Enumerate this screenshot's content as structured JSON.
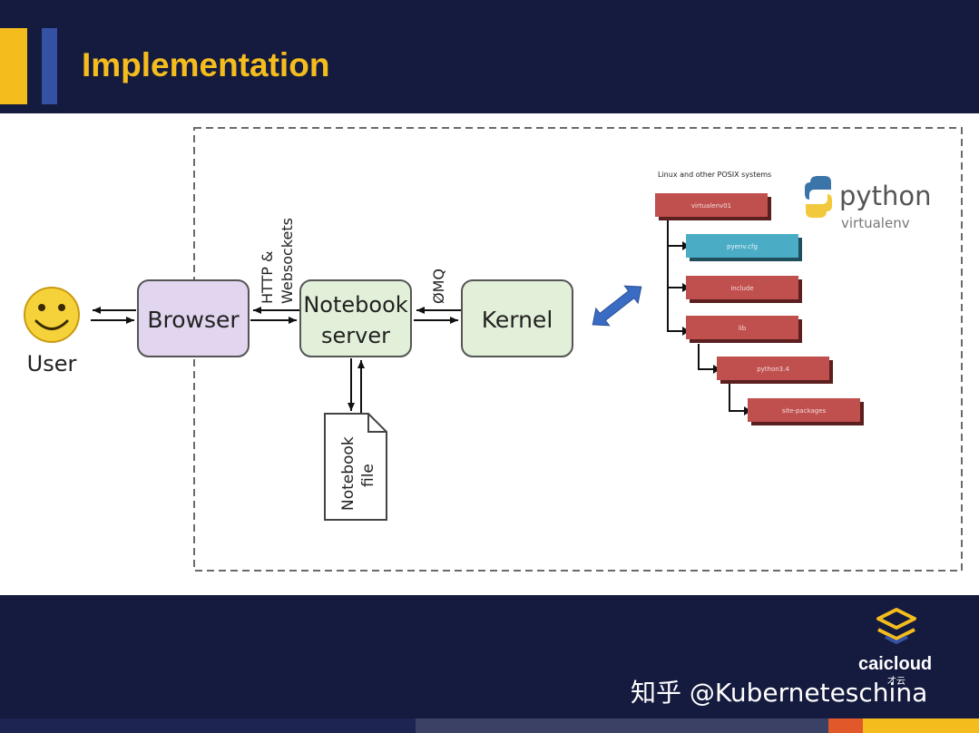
{
  "slide": {
    "title": "Implementation"
  },
  "diagram": {
    "user_label": "User",
    "browser_label": "Browser",
    "http_label_line1": "HTTP &",
    "http_label_line2": "Websockets",
    "notebook_server_line1": "Notebook",
    "notebook_server_line2": "server",
    "zmq_label": "ØMQ",
    "kernel_label": "Kernel",
    "notebook_file_line1": "Notebook",
    "notebook_file_line2": "file"
  },
  "virtualenv": {
    "caption": "Linux and other POSIX systems",
    "python_logo_text": "python",
    "python_logo_sub": "virtualenv",
    "tree": [
      {
        "label": "virtualenv01"
      },
      {
        "label": "pyenv.cfg"
      },
      {
        "label": "include"
      },
      {
        "label": "lib"
      },
      {
        "label": "python3.4"
      },
      {
        "label": "site-packages"
      }
    ]
  },
  "footer": {
    "logo_label": "caicloud",
    "logo_sub": "才云",
    "watermark": "知乎 @Kuberneteschina"
  },
  "colors": {
    "header_bg": "#151a3f",
    "title": "#f4bd1d",
    "browser_fill": "#e1d5ef",
    "server_fill": "#e2f0d9",
    "folder_red": "#c0504d",
    "folder_teal": "#4bacc6",
    "arrow_blue": "#3a6cc4"
  }
}
